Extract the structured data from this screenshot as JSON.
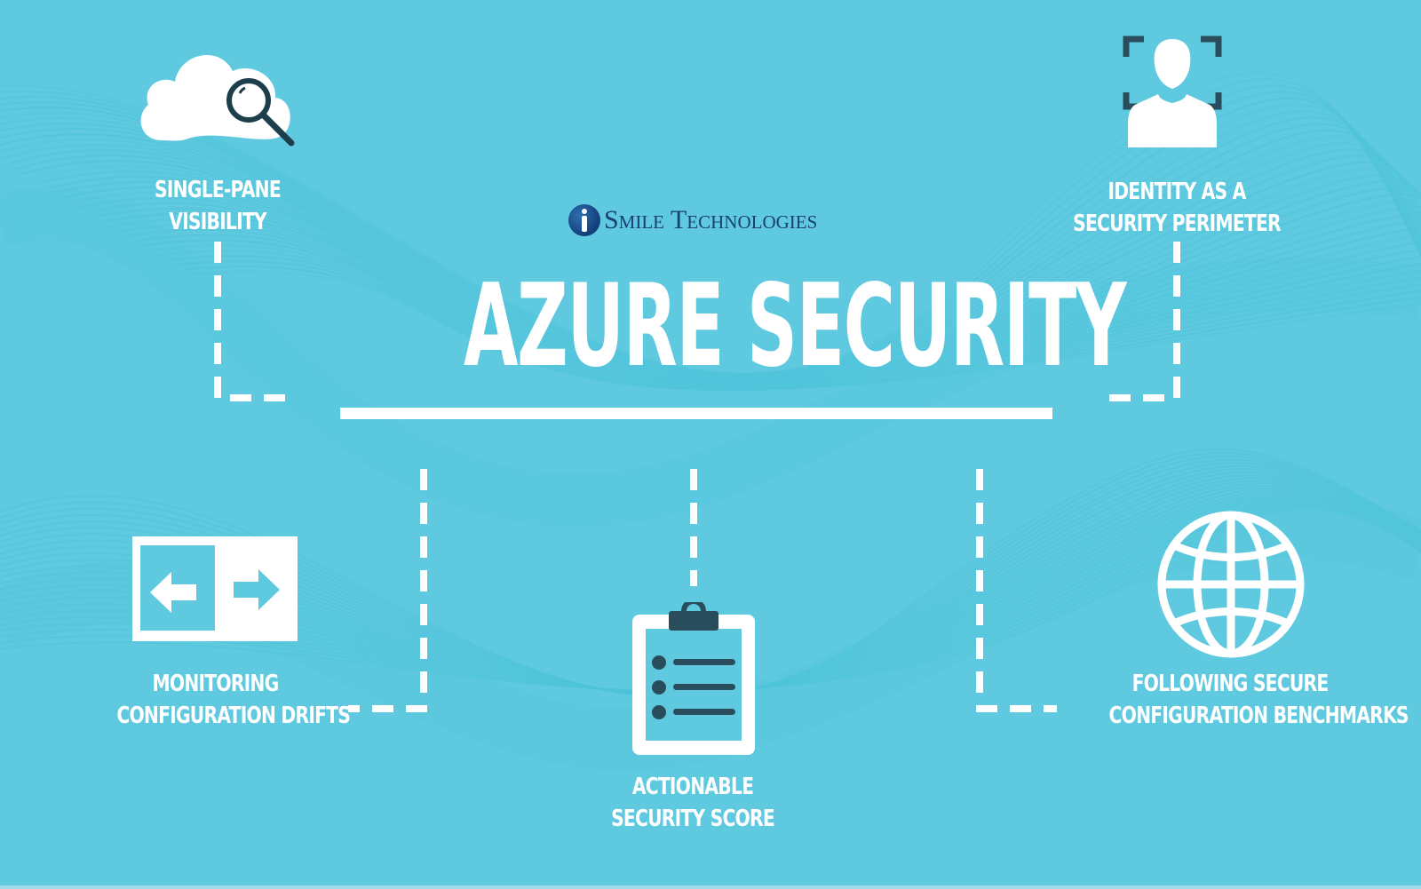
{
  "logo": {
    "mark_letter": "i",
    "text": "Smile Technologies"
  },
  "title": "AZURE SECURITY",
  "colors": {
    "background": "#5fc9df",
    "foreground": "#ffffff",
    "icon_dark": "#2a4d5c",
    "logo_blue": "#1a3f78"
  },
  "features": [
    {
      "id": "single-pane",
      "icon": "cloud-search-icon",
      "lines": [
        "SINGLE-PANE",
        "VISIBILITY"
      ]
    },
    {
      "id": "identity",
      "icon": "user-focus-icon",
      "lines": [
        "IDENTITY AS A",
        "SECURITY PERIMETER"
      ]
    },
    {
      "id": "monitoring",
      "icon": "arrows-compare-icon",
      "lines": [
        "MONITORING",
        "CONFIGURATION DRIFTS"
      ]
    },
    {
      "id": "score",
      "icon": "clipboard-checklist-icon",
      "lines": [
        "ACTIONABLE",
        "SECURITY SCORE"
      ]
    },
    {
      "id": "benchmarks",
      "icon": "globe-icon",
      "lines": [
        "FOLLOWING SECURE",
        "CONFIGURATION BENCHMARKS"
      ]
    }
  ]
}
